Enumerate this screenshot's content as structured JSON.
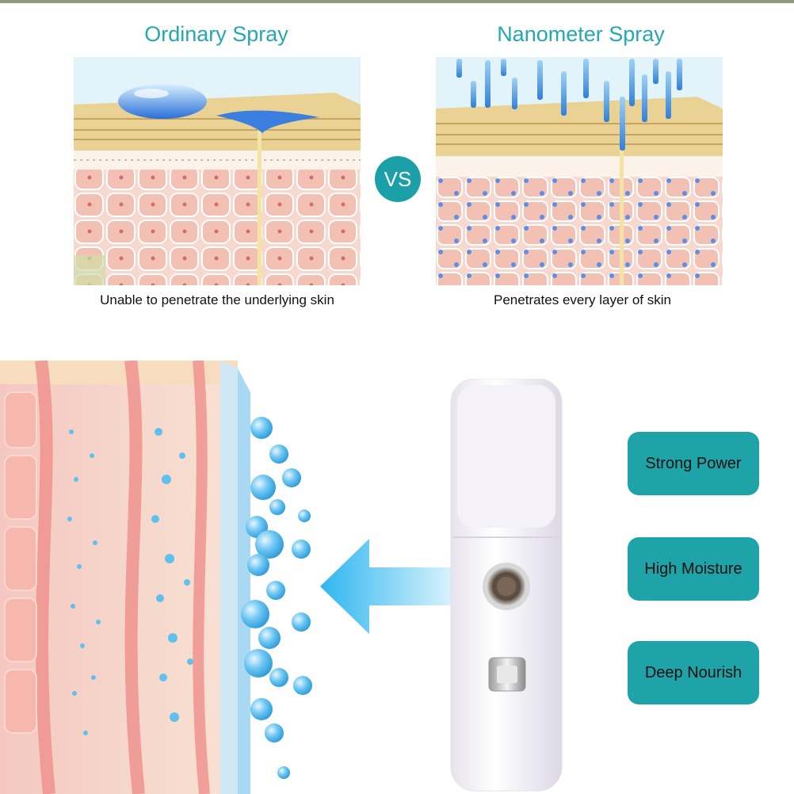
{
  "comparison": {
    "left": {
      "title": "Ordinary Spray",
      "caption": "Unable to penetrate the underlying skin"
    },
    "vs_label": "VS",
    "right": {
      "title": "Nanometer Spray",
      "caption": "Penetrates every layer of skin"
    }
  },
  "features": [
    {
      "label": "Strong Power"
    },
    {
      "label": "High Moisture"
    },
    {
      "label": "Deep Nourish"
    }
  ],
  "colors": {
    "accent": "#1ea3a9",
    "heading": "#25a8b0",
    "skin_top": "#e8cf8a",
    "skin_cells": "#f3c7bb",
    "mist": "#4ab2e8"
  }
}
